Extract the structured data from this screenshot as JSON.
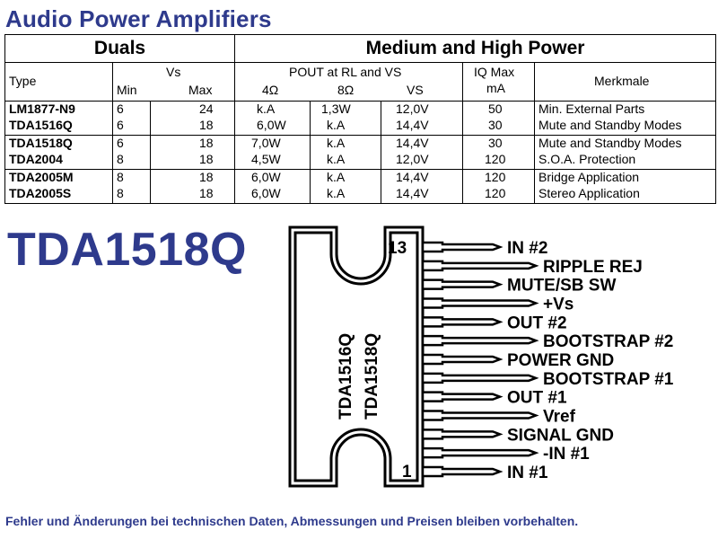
{
  "title": "Audio Power Amplifiers",
  "table": {
    "group1": "Duals",
    "group2": "Medium and High Power",
    "col_type": "Type",
    "col_vs": "Vs",
    "col_vs_min": "Min",
    "col_vs_max": "Max",
    "col_pout": "POUT at RL and VS",
    "col_4ohm": "4Ω",
    "col_8ohm": "8Ω",
    "col_vs2": "VS",
    "col_iq": "IQ Max",
    "col_iq_unit": "mA",
    "col_features": "Merkmale",
    "rows": [
      {
        "type": "LM1877-N9",
        "min": "6",
        "max": "24",
        "p4": "k.A",
        "p8": "1,3W",
        "vs": "12,0V",
        "iq": "50",
        "feat": "Min. External Parts"
      },
      {
        "type": "TDA1516Q",
        "min": "6",
        "max": "18",
        "p4": "6,0W",
        "p8": "k.A",
        "vs": "14,4V",
        "iq": "30",
        "feat": "Mute and Standby Modes"
      },
      {
        "type": "TDA1518Q",
        "min": "6",
        "max": "18",
        "p4": "7,0W",
        "p8": "k.A",
        "vs": "14,4V",
        "iq": "30",
        "feat": "Mute and Standby Modes"
      },
      {
        "type": "TDA2004",
        "min": "8",
        "max": "18",
        "p4": "4,5W",
        "p8": "k.A",
        "vs": "12,0V",
        "iq": "120",
        "feat": "S.O.A. Protection"
      },
      {
        "type": "TDA2005M",
        "min": "8",
        "max": "18",
        "p4": "6,0W",
        "p8": "k.A",
        "vs": "14,4V",
        "iq": "120",
        "feat": "Bridge Application"
      },
      {
        "type": "TDA2005S",
        "min": "8",
        "max": "18",
        "p4": "6,0W",
        "p8": "k.A",
        "vs": "14,4V",
        "iq": "120",
        "feat": "Stereo Application"
      }
    ]
  },
  "chip": {
    "heading": "TDA1518Q",
    "body_label_1": "TDA1516Q",
    "body_label_2": "TDA1518Q",
    "pin_top_number": "13",
    "pin_bottom_number": "1",
    "pins": [
      "IN #2",
      "RIPPLE REJ",
      "MUTE/SB SW",
      "+Vs",
      "OUT #2",
      "BOOTSTRAP #2",
      "POWER GND",
      "BOOTSTRAP #1",
      "OUT #1",
      "Vref",
      "SIGNAL GND",
      "-IN #1",
      "IN #1"
    ]
  },
  "footer": "Fehler und Änderungen bei technischen Daten, Abmessungen und Preisen bleiben vorbehalten."
}
